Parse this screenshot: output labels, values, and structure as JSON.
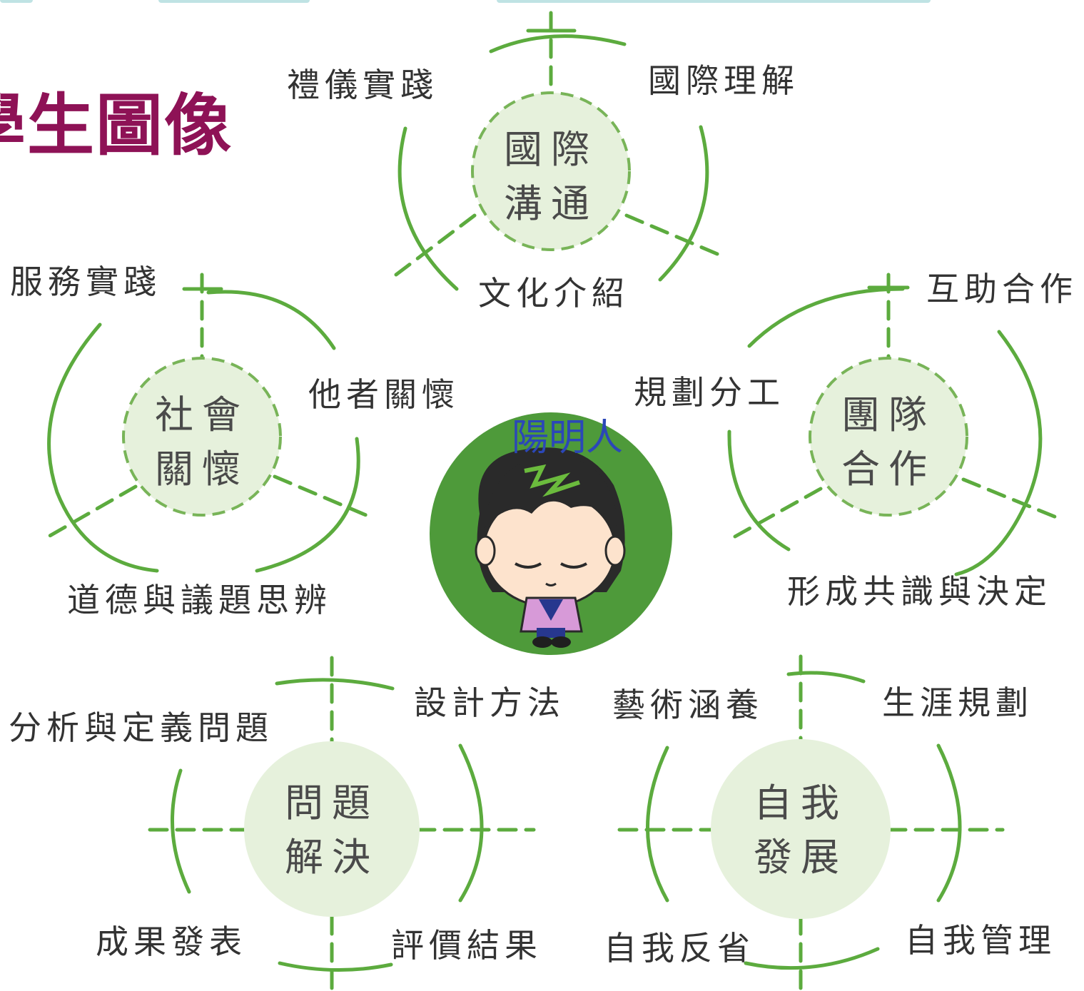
{
  "title": "學生圖像",
  "center": {
    "label": "陽明人",
    "avatar": "girl-student-icon"
  },
  "colors": {
    "line": "#5cab3e",
    "core_fill": "#e6f1dc",
    "core_border": "#78b458",
    "center_fill": "#4e9a3a",
    "title": "#8e1256",
    "center_label": "#2b47b8"
  },
  "clusters": {
    "international": {
      "core": [
        "國際",
        "溝通"
      ],
      "items": [
        "禮儀實踐",
        "國際理解",
        "文化介紹"
      ]
    },
    "social": {
      "core": [
        "社會",
        "關懷"
      ],
      "items": [
        "服務實踐",
        "他者關懷",
        "道德與議題思辨"
      ]
    },
    "team": {
      "core": [
        "團隊",
        "合作"
      ],
      "items": [
        "互助合作",
        "規劃分工",
        "形成共識與決定"
      ]
    },
    "problem": {
      "core": [
        "問題",
        "解決"
      ],
      "items": [
        "分析與定義問題",
        "設計方法",
        "成果發表",
        "評價結果"
      ]
    },
    "self": {
      "core": [
        "自我",
        "發展"
      ],
      "items": [
        "藝術涵養",
        "生涯規劃",
        "自我反省",
        "自我管理"
      ]
    }
  }
}
